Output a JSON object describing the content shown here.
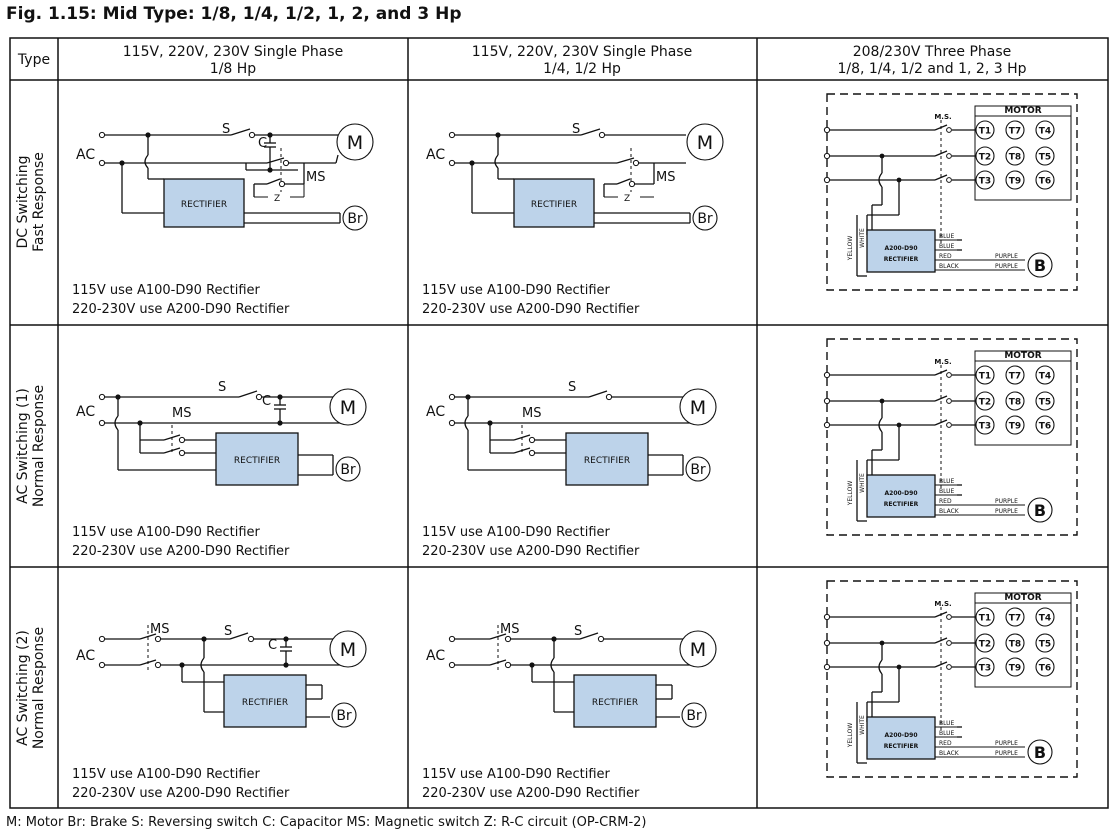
{
  "title": "Fig. 1.15: Mid Type: 1/8, 1/4, 1/2, 1, 2, and 3 Hp",
  "header": {
    "type_label": "Type",
    "col1_line1": "115V, 220V, 230V Single Phase",
    "col1_line2": "1/8 Hp",
    "col2_line1": "115V, 220V, 230V Single Phase",
    "col2_line2": "1/4, 1/2 Hp",
    "col3_line1": "208/230V Three Phase",
    "col3_line2": "1/8, 1/4, 1/2 and 1, 2, 3 Hp"
  },
  "rows": [
    {
      "line1": "DC Switching",
      "line2": "Fast Response"
    },
    {
      "line1": "AC Switching (1)",
      "line2": "Normal Response"
    },
    {
      "line1": "AC Switching (2)",
      "line2": "Normal Response"
    }
  ],
  "notes": {
    "line1": "115V use A100-D90 Rectifier",
    "line2": "220-230V use A200-D90 Rectifier"
  },
  "single": {
    "ac": "AC",
    "s": "S",
    "c": "C",
    "ms": "MS",
    "z": "Z",
    "rectifier": "RECTIFIER",
    "motor": "M",
    "brake": "Br"
  },
  "three": {
    "ms": "M.S.",
    "motor": "MOTOR",
    "terminals": [
      "T1",
      "T7",
      "T4",
      "T2",
      "T8",
      "T5",
      "T3",
      "T9",
      "T6"
    ],
    "rect1": "A200-D90",
    "rect2": "RECTIFIER",
    "blue": "BLUE",
    "red": "RED",
    "black": "BLACK",
    "purple": "PURPLE",
    "yellow": "YELLOW",
    "white": "WHITE",
    "brake": "B"
  },
  "legend": "M: Motor  Br: Brake  S: Reversing switch  C: Capacitor  MS: Magnetic switch  Z: R-C circuit (OP-CRM-2)"
}
